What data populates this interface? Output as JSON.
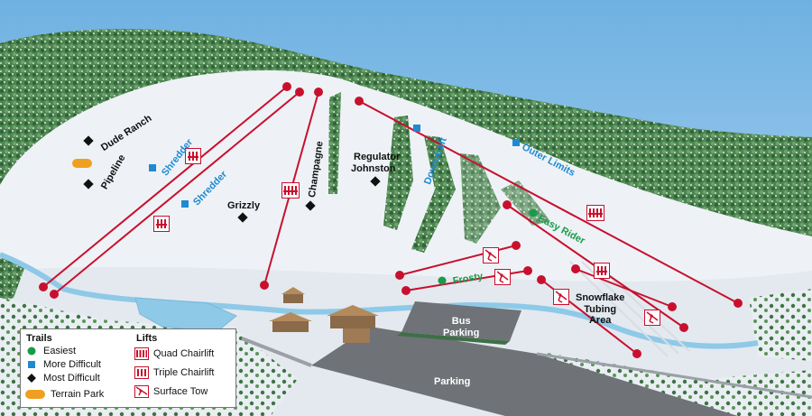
{
  "trails": [
    {
      "id": "dude-ranch",
      "name": "Dude Ranch",
      "difficulty": "most-difficult"
    },
    {
      "id": "pipeline",
      "name": "Pipeline",
      "difficulty": "most-difficult"
    },
    {
      "id": "shredder-1",
      "name": "Shredder",
      "difficulty": "more-difficult"
    },
    {
      "id": "shredder-2",
      "name": "Shredder",
      "difficulty": "more-difficult"
    },
    {
      "id": "grizzly",
      "name": "Grizzly",
      "difficulty": "most-difficult"
    },
    {
      "id": "champagne",
      "name": "Champagne",
      "difficulty": "most-difficult"
    },
    {
      "id": "regulator",
      "name": "Regulator",
      "difficulty": "most-difficult"
    },
    {
      "id": "johnston",
      "name": "Johnston",
      "difficulty": "most-difficult"
    },
    {
      "id": "downdraft",
      "name": "Downdraft",
      "difficulty": "more-difficult"
    },
    {
      "id": "outer-limits",
      "name": "Outer Limits",
      "difficulty": "more-difficult"
    },
    {
      "id": "easy-rider",
      "name": "Easy Rider",
      "difficulty": "easiest"
    },
    {
      "id": "frosty",
      "name": "Frosty",
      "difficulty": "easiest"
    }
  ],
  "areas": [
    {
      "id": "snowflake",
      "name": "Snowflake",
      "line2": "Tubing",
      "line3": "Area"
    },
    {
      "id": "bus-parking",
      "name": "Bus",
      "line2": "Parking"
    },
    {
      "id": "parking",
      "name": "Parking"
    }
  ],
  "legend": {
    "trails_title": "Trails",
    "lifts_title": "Lifts",
    "trail_items": [
      {
        "symbol": "green-circle-icon",
        "label": "Easiest"
      },
      {
        "symbol": "blue-square-icon",
        "label": "More Difficult"
      },
      {
        "symbol": "black-diamond-icon",
        "label": "Most Difficult"
      },
      {
        "symbol": "terrain-park-icon",
        "label": "Terrain Park"
      }
    ],
    "lift_items": [
      {
        "symbol": "quad-chairlift-icon",
        "label": "Quad Chairlift"
      },
      {
        "symbol": "triple-chairlift-icon",
        "label": "Triple Chairlift"
      },
      {
        "symbol": "surface-tow-icon",
        "label": "Surface Tow"
      }
    ]
  },
  "colors": {
    "sky": "#8ec6ea",
    "snow": "#eef2f6",
    "forest": "#3f7a45",
    "lift": "#c8102e",
    "easiest": "#1a9a4b",
    "more_difficult": "#1f8ad0",
    "most_difficult": "#111111",
    "terrain_park": "#f0a020",
    "lot": "#6f7277",
    "river": "#8ec9e8"
  }
}
